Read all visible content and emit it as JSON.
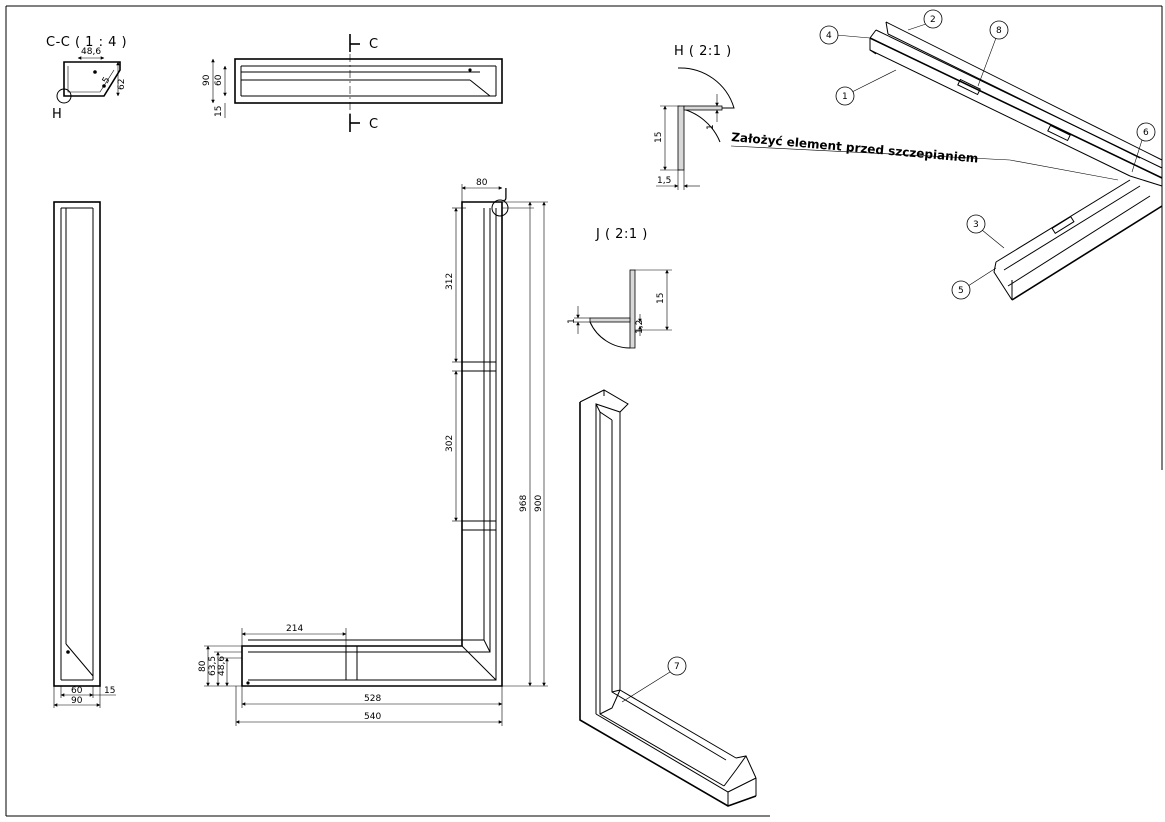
{
  "section_cc": {
    "title": "C-C ( 1 : 4 )",
    "dims": [
      "48,6",
      "5",
      "62",
      "H"
    ]
  },
  "top_view": {
    "dims": [
      "90",
      "60",
      "15"
    ],
    "cut_label_top": "C",
    "cut_label_bottom": "C"
  },
  "detail_h": {
    "title": "H ( 2:1 )",
    "dims": [
      "15",
      "1",
      "1,5"
    ]
  },
  "detail_j": {
    "title": "J ( 2:1 )",
    "dims": [
      "15",
      "1",
      "1,2"
    ]
  },
  "side_view": {
    "dims": [
      "60",
      "90",
      "15"
    ]
  },
  "main_view": {
    "dims": [
      "80",
      "312",
      "302",
      "968",
      "900",
      "214",
      "80",
      "63,5",
      "48,6",
      "528",
      "540"
    ],
    "detail_marker": "J"
  },
  "iso_view": {
    "note": "Założyć element przed szczepianiem",
    "balloons": [
      "1",
      "2",
      "3",
      "4",
      "5",
      "6",
      "7",
      "8"
    ]
  }
}
